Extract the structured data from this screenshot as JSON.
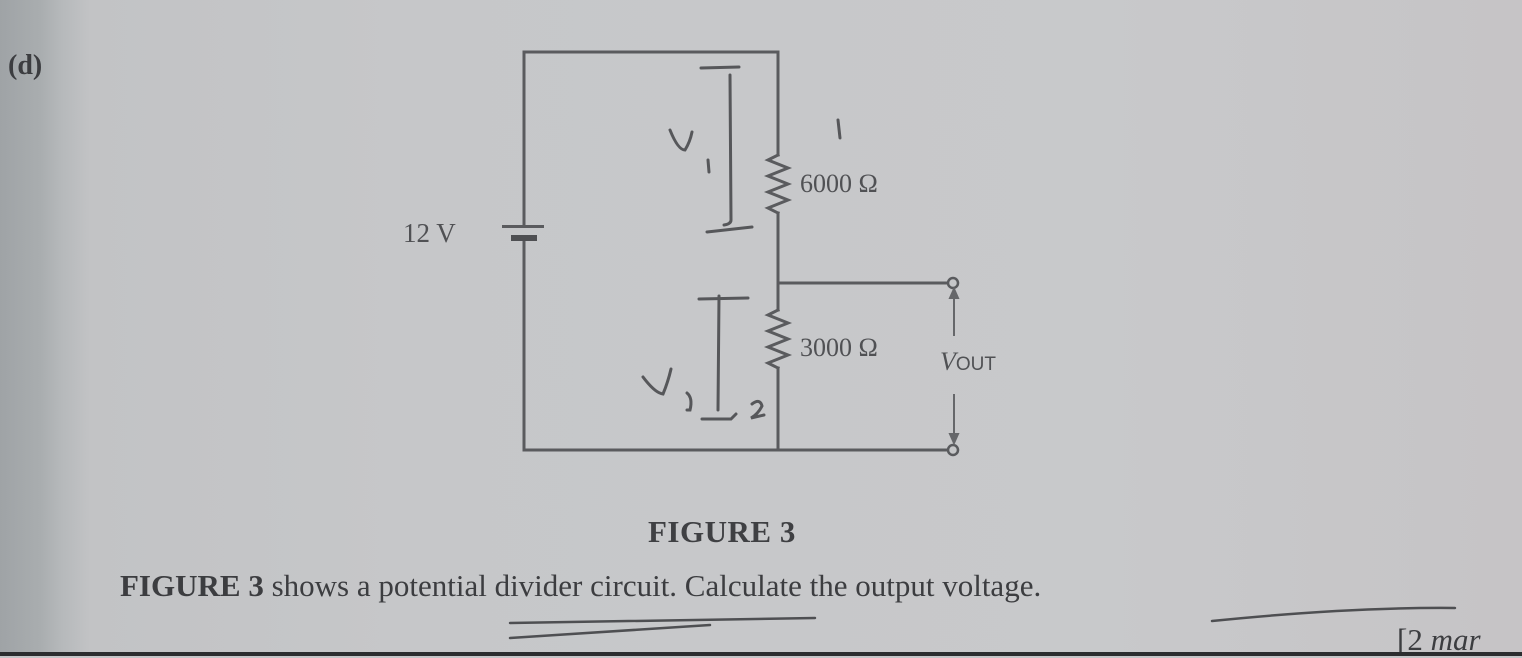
{
  "question": {
    "part_label": "(d)",
    "figure_caption": "FIGURE 3",
    "text_bold_prefix": "FIGURE 3",
    "text_rest": " shows a potential divider circuit. Calculate the output voltage.",
    "marks_prefix": "[2 ",
    "marks_italic": "mar"
  },
  "circuit": {
    "battery_label": "12 V",
    "r1_label": "6000 Ω",
    "r2_label": "3000 Ω",
    "vout_label_v": "V",
    "vout_label_sub": "OUT"
  },
  "handwriting": {
    "v1_letter": "V",
    "v1_sub": "1",
    "r1_mark": "1",
    "v2_letter": "V",
    "v2_sub": "2",
    "r2_mark": "2"
  },
  "colors": {
    "paper": "#c6c7c9",
    "ink": "#3c3d40",
    "pencil": "#56575a"
  }
}
